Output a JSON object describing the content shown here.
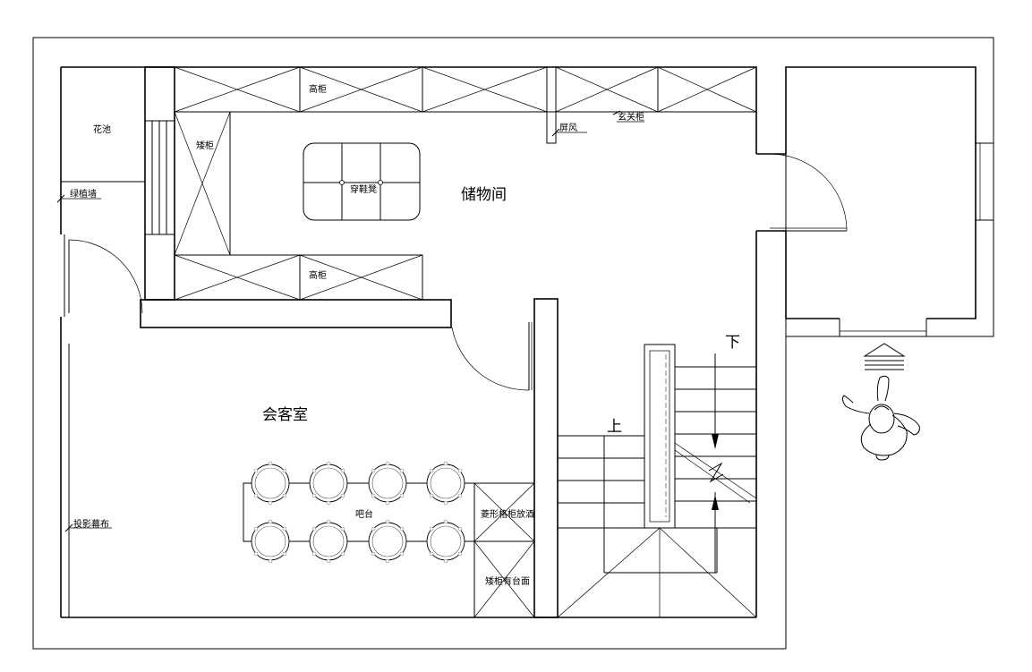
{
  "rooms": {
    "storage": "储物间",
    "reception": "会客室"
  },
  "labels": {
    "flower_pool": "花池",
    "green_wall": "绿植墙",
    "low_cabinet_left": "矮柜",
    "tall_cabinet_top": "高柜",
    "tall_cabinet_bottom": "高柜",
    "shoe_bench": "穿鞋凳",
    "screen": "屏风",
    "entry_cabinet": "玄关柜",
    "bar_counter": "吧台",
    "wine_cabinet": "菱形格柜放酒",
    "low_cabinet_counter": "矮柜有台面",
    "projection_screen": "投影幕布"
  },
  "stairs": {
    "up": "上",
    "down": "下"
  },
  "colors": {
    "line": "#000000",
    "background": "#ffffff"
  }
}
